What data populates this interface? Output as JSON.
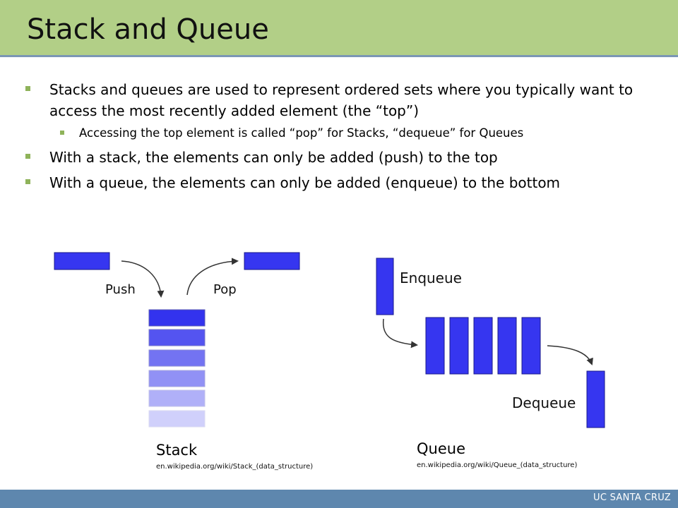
{
  "slide": {
    "title": "Stack and Queue",
    "bullets": [
      "Stacks and queues are used to represent ordered sets where you typically want to access the most recently added element (the “top”)",
      "Accessing the top element is called “pop” for Stacks, “dequeue” for Queues",
      "With a stack, the elements can only be added (push) to the top",
      "With a queue, the elements can only be added (enqueue) to the bottom"
    ],
    "footer": "UC SANTA CRUZ"
  },
  "stack": {
    "push_label": "Push",
    "pop_label": "Pop",
    "caption": "Stack",
    "source": "en.wikipedia.org/wiki/Stack_(data_structure)"
  },
  "queue": {
    "enqueue_label": "Enqueue",
    "dequeue_label": "Dequeue",
    "caption": "Queue",
    "source": "en.wikipedia.org/wiki/Queue_(data_structure)"
  },
  "colors": {
    "title_bar": "#b2cf87",
    "footer_bar": "#5e87ae",
    "bullet": "#8fb35a",
    "block": "#3636f0",
    "block_stroke": "#1a1a8a"
  }
}
